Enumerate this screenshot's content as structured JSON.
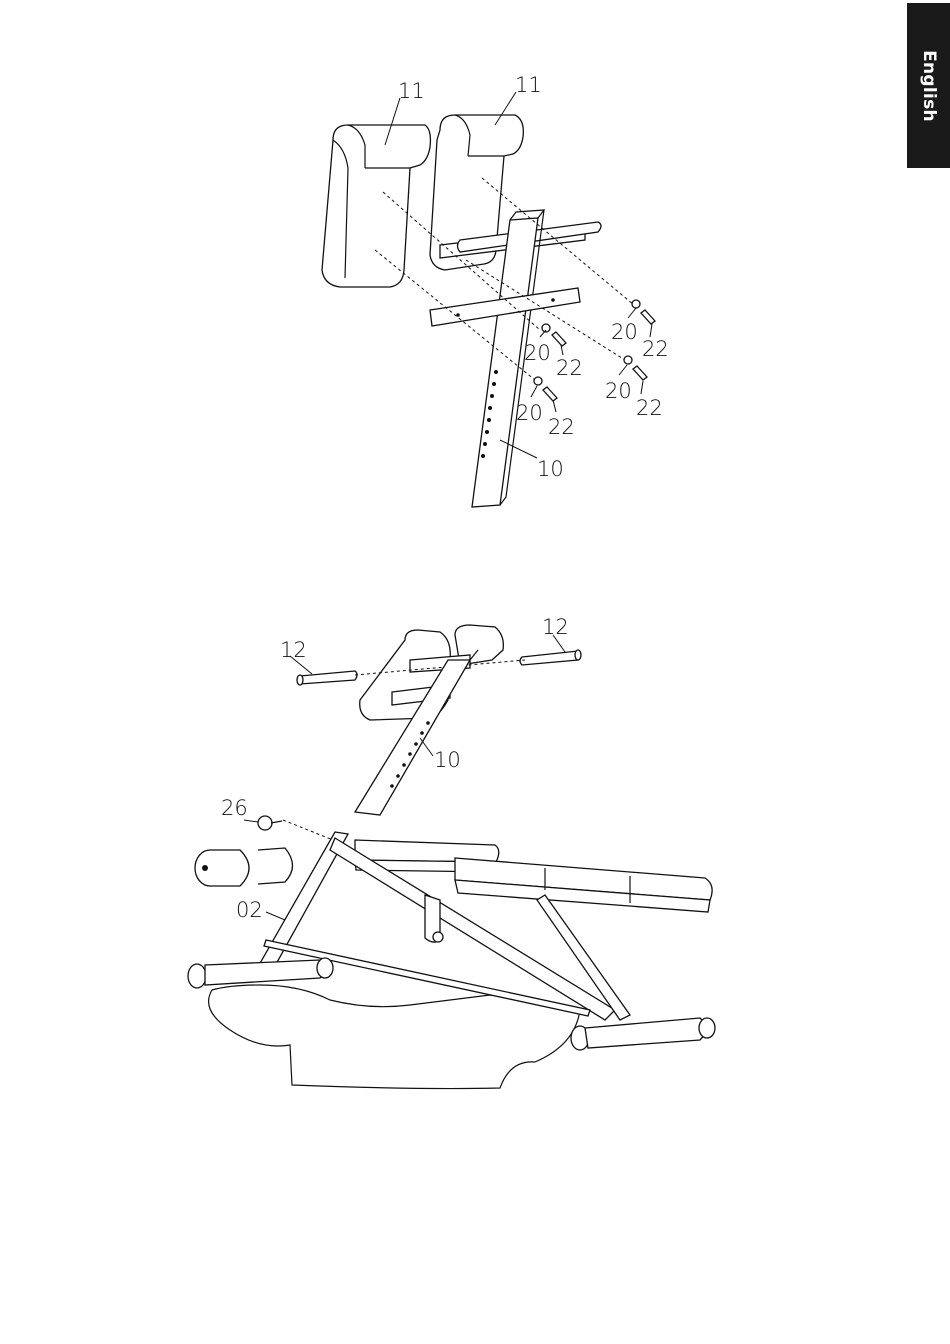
{
  "page": {
    "language_tab": "English"
  },
  "figure_top": {
    "labels": {
      "pad_left": "11",
      "pad_right": "11",
      "tube": "10",
      "washer_a": "20",
      "bolt_a": "22",
      "washer_b": "20",
      "bolt_b": "22",
      "washer_c": "20",
      "bolt_c": "22",
      "washer_d": "20",
      "bolt_d": "22"
    }
  },
  "figure_bottom": {
    "labels": {
      "pin_left": "12",
      "pin_right": "12",
      "tube": "10",
      "knob": "26",
      "frame": "02"
    }
  }
}
